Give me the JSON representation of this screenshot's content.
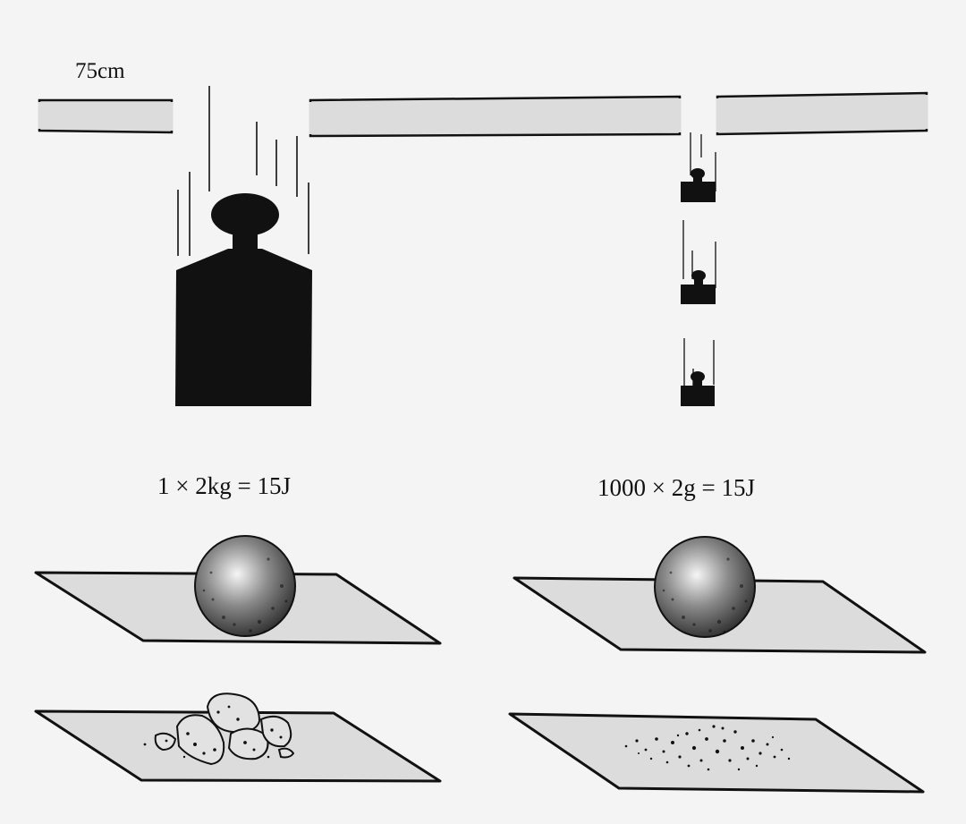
{
  "diagram": {
    "height_label": "75cm",
    "left_equation": "1 × 2kg = 15J",
    "right_equation": "1000 × 2g = 15J",
    "colors": {
      "ink": "#111111",
      "panel_fill": "#dcdcdc",
      "background": "#f4f4f4"
    },
    "icons": [
      "falling-large-weight-icon",
      "falling-small-weight-icon",
      "stone-ball-icon",
      "shattered-stone-icon",
      "crumbled-powder-icon"
    ]
  }
}
